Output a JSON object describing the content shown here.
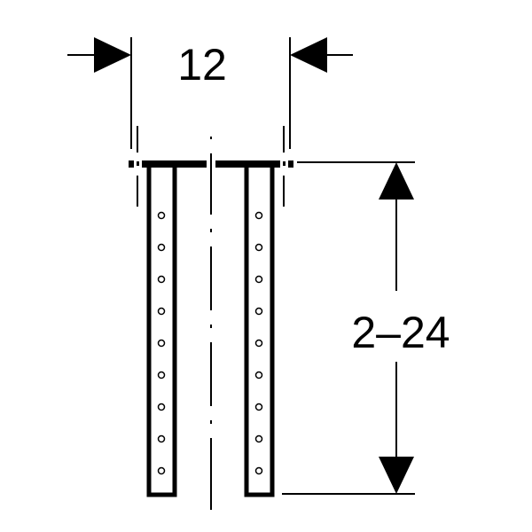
{
  "dimensions": {
    "width_label": "12",
    "height_label": "2–24"
  },
  "holes_per_strip": 9,
  "colors": {
    "stroke": "#000000",
    "background": "#ffffff"
  }
}
